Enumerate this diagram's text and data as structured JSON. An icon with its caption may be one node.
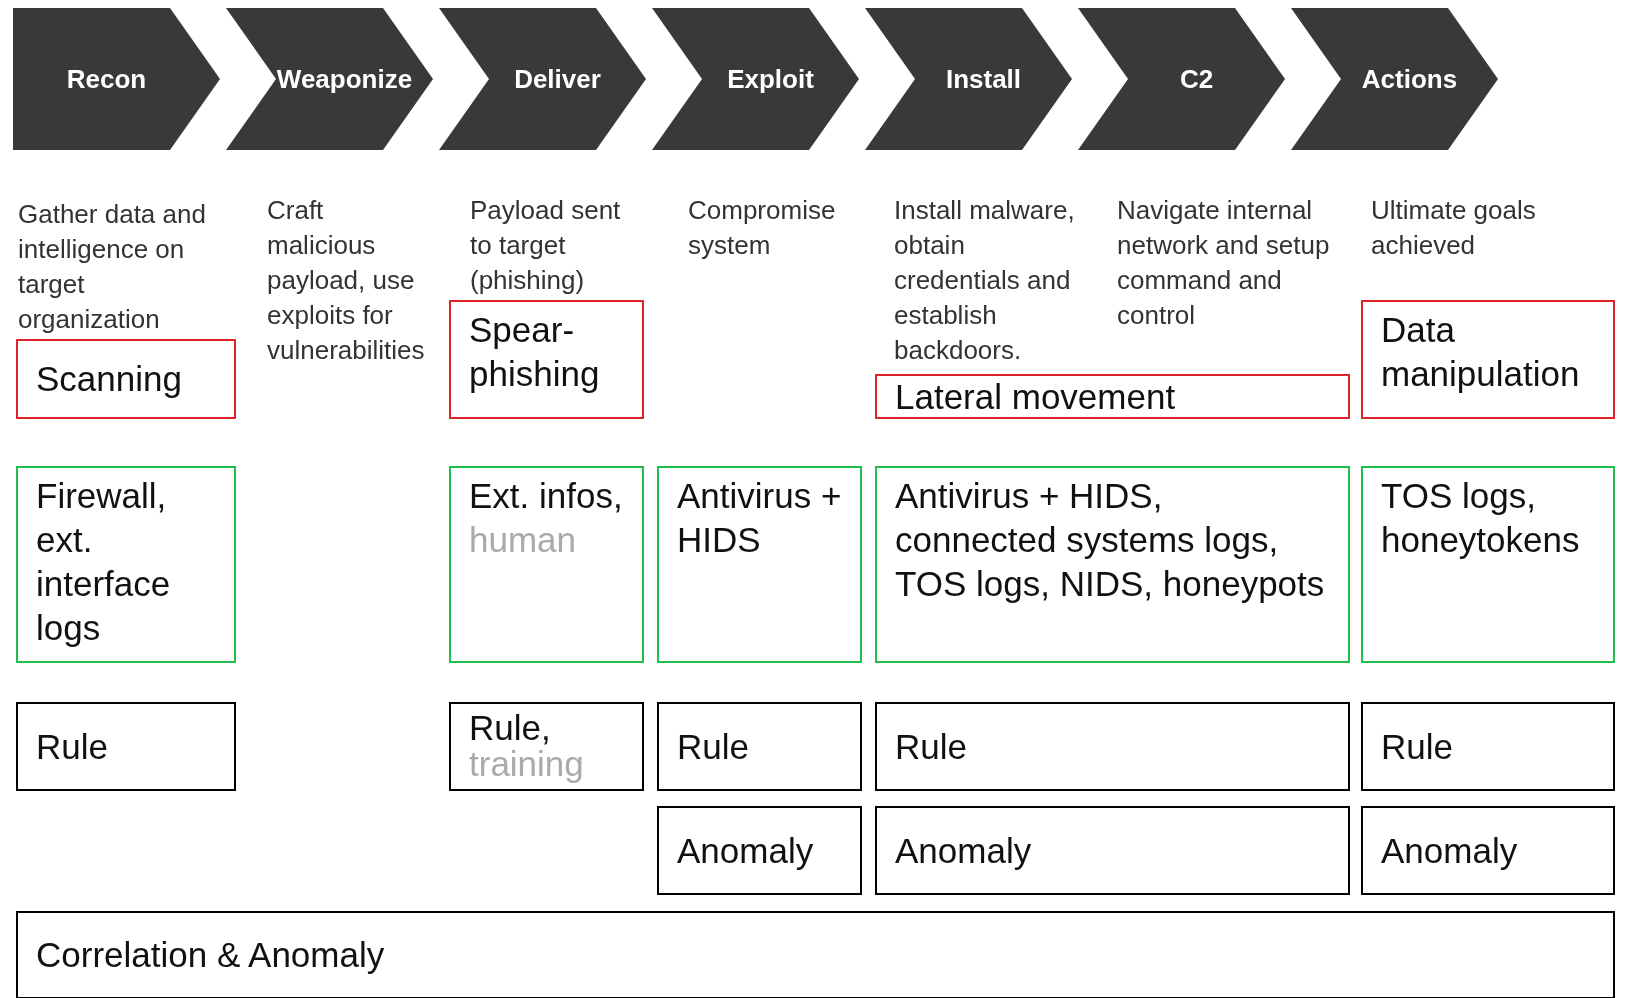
{
  "diagram": {
    "nodes": [
      {
        "text": [
          "Recon"
        ]
      },
      {
        "text": [
          "Weaponize"
        ]
      },
      {
        "text": [
          "Deliver"
        ]
      },
      {
        "text": [
          "Exploit"
        ]
      },
      {
        "text": [
          "Install"
        ]
      },
      {
        "text": [
          "C2"
        ]
      },
      {
        "text": [
          "Actions"
        ]
      },
      {
        "text": [
          "Scanning"
        ]
      },
      {
        "text": [
          "Spear-phishing"
        ]
      },
      {
        "text": [
          "Lateral movement"
        ]
      },
      {
        "text": [
          "Data manipulation"
        ]
      },
      {
        "text": [
          "Firewall, ext. interface logs"
        ]
      },
      {
        "text": [
          "Ext. infos,",
          "human"
        ]
      },
      {
        "text": [
          "Antivirus + HIDS"
        ]
      },
      {
        "text": [
          "Antivirus + HIDS, connected systems logs, TOS logs, NIDS, honeypots"
        ]
      },
      {
        "text": [
          "TOS logs, honeytokens"
        ]
      },
      {
        "text": [
          "Rule"
        ]
      },
      {
        "text": [
          "Rule,",
          "training"
        ]
      },
      {
        "text": [
          "Rule"
        ]
      },
      {
        "text": [
          "Rule"
        ]
      },
      {
        "text": [
          "Rule"
        ]
      },
      {
        "text": [
          "Anomaly"
        ]
      },
      {
        "text": [
          "Anomaly"
        ]
      },
      {
        "text": [
          "Anomaly"
        ]
      },
      {
        "text": [
          "Correlation & Anomaly"
        ]
      }
    ],
    "labels": [
      "Gather data and intelligence on target organization",
      "Craft malicious payload, use exploits for vulnerabilities",
      "Payload sent to target (phishing)",
      "Compromise system",
      "Install malware, obtain credentials and establish backdoors.",
      "Navigate internal network and setup command and control",
      "Ultimate goals achieved"
    ]
  }
}
